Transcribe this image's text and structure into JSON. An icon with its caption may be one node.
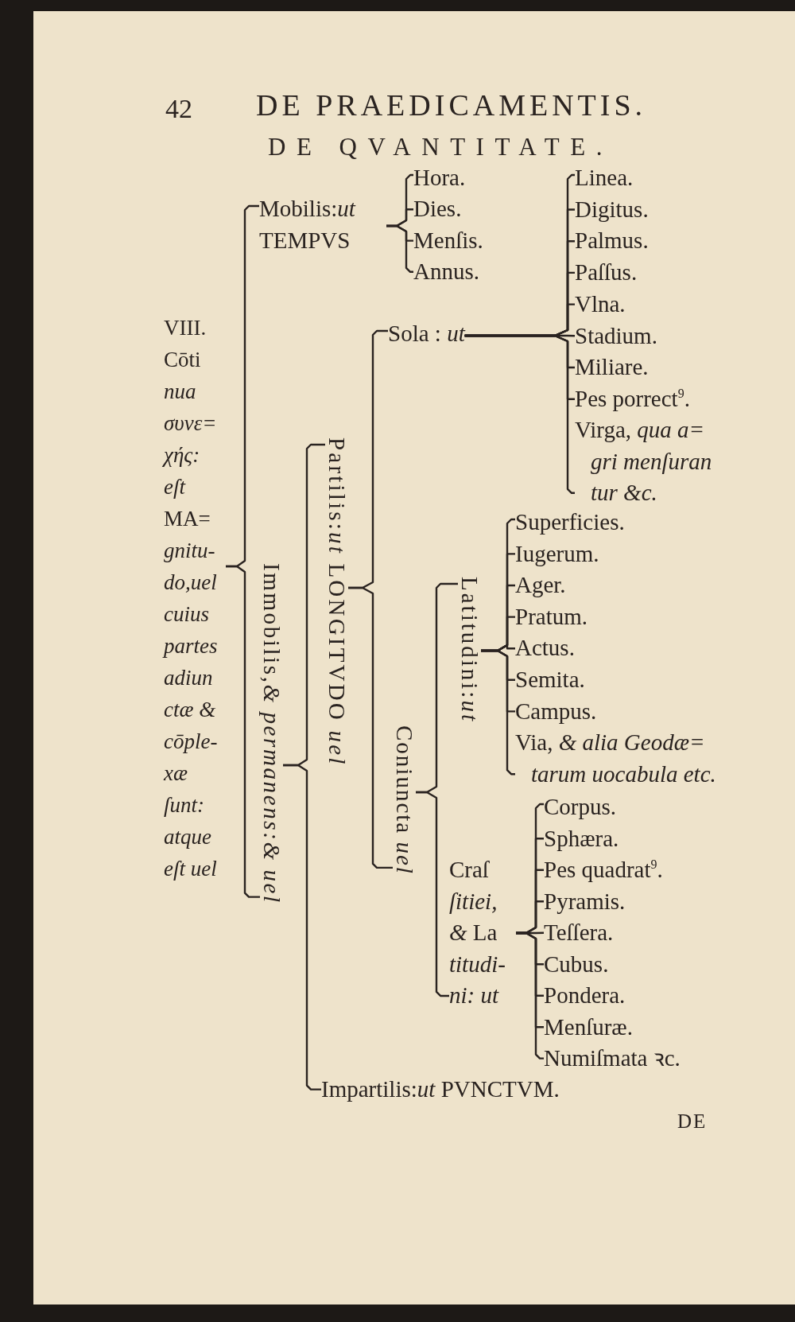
{
  "diagram": {
    "title": "DE PRAEDICAMENTIS.",
    "nodes": [
      {
        "text": [
          "VIII.",
          "Cōti *nua συνε= χής: eſt* MA= *gnitu- do,uel cuius partes adiun ctæ & cōple- xæ ſunt: atque eſt uel*"
        ]
      },
      {
        "text": [
          "Mobilis:*ut* TEMPVS"
        ]
      },
      {
        "text": [
          "Hora."
        ]
      },
      {
        "text": [
          "Dies."
        ]
      },
      {
        "text": [
          "Menſis."
        ]
      },
      {
        "text": [
          "Annus."
        ]
      },
      {
        "text": [
          "Immobilis,*& permanens:& uel*"
        ]
      },
      {
        "text": [
          "Partilis:*ut* LONGITVDO *uel*"
        ]
      },
      {
        "text": [
          "Sola : *ut*"
        ]
      },
      {
        "text": [
          "Linea."
        ]
      },
      {
        "text": [
          "Digitus."
        ]
      },
      {
        "text": [
          "Palmus."
        ]
      },
      {
        "text": [
          "Paſſus."
        ]
      },
      {
        "text": [
          "Vlna."
        ]
      },
      {
        "text": [
          "Stadium."
        ]
      },
      {
        "text": [
          "Miliare."
        ]
      },
      {
        "text": [
          "Pes porrect$^{9}$."
        ]
      },
      {
        "text": [
          "Virga, *qua a= gri menſuran tur &c.*"
        ]
      },
      {
        "text": [
          "Coniuncta *uel*"
        ]
      },
      {
        "text": [
          "Latitudini:*ut*"
        ]
      },
      {
        "text": [
          "Superficies."
        ]
      },
      {
        "text": [
          "Iugerum."
        ]
      },
      {
        "text": [
          "Ager."
        ]
      },
      {
        "text": [
          "Pratum."
        ]
      },
      {
        "text": [
          "Actus."
        ]
      },
      {
        "text": [
          "Semita."
        ]
      },
      {
        "text": [
          "Campus."
        ]
      },
      {
        "text": [
          "Via, *& alia Geodæ= tarum uocabula etc.*"
        ]
      },
      {
        "text": [
          "Craſ *ſitiei, &* La *titudi- ni: ut*"
        ]
      },
      {
        "text": [
          "Corpus."
        ]
      },
      {
        "text": [
          "Sphæra."
        ]
      },
      {
        "text": [
          "Pes quadrat$^{9}$."
        ]
      },
      {
        "text": [
          "Pyramis."
        ]
      },
      {
        "text": [
          "Teſſera."
        ]
      },
      {
        "text": [
          "Cubus."
        ]
      },
      {
        "text": [
          "Pondera."
        ]
      },
      {
        "text": [
          "Menſuræ."
        ]
      },
      {
        "text": [
          "Numiſmata ꝛc."
        ]
      },
      {
        "text": [
          "Impartilis:*ut* PVNCTVM."
        ]
      }
    ],
    "edges": [
      {
        "from": 0,
        "to": 1,
        "arrow": "none"
      },
      {
        "from": 0,
        "to": 6,
        "arrow": "none"
      },
      {
        "from": 1,
        "to": 2,
        "arrow": "none"
      },
      {
        "from": 1,
        "to": 3,
        "arrow": "none"
      },
      {
        "from": 1,
        "to": 4,
        "arrow": "none"
      },
      {
        "from": 1,
        "to": 5,
        "arrow": "none"
      },
      {
        "from": 6,
        "to": 7,
        "arrow": "none"
      },
      {
        "from": 6,
        "to": 38,
        "arrow": "none"
      },
      {
        "from": 7,
        "to": 8,
        "arrow": "none"
      },
      {
        "from": 7,
        "to": 18,
        "arrow": "none"
      },
      {
        "from": 8,
        "to": 9,
        "arrow": "none"
      },
      {
        "from": 8,
        "to": 10,
        "arrow": "none"
      },
      {
        "from": 8,
        "to": 11,
        "arrow": "none"
      },
      {
        "from": 8,
        "to": 12,
        "arrow": "none"
      },
      {
        "from": 8,
        "to": 13,
        "arrow": "none"
      },
      {
        "from": 8,
        "to": 14,
        "arrow": "none"
      },
      {
        "from": 8,
        "to": 15,
        "arrow": "none"
      },
      {
        "from": 8,
        "to": 16,
        "arrow": "none"
      },
      {
        "from": 8,
        "to": 17,
        "arrow": "none"
      },
      {
        "from": 18,
        "to": 19,
        "arrow": "none"
      },
      {
        "from": 18,
        "to": 28,
        "arrow": "none"
      },
      {
        "from": 19,
        "to": 20,
        "arrow": "none"
      },
      {
        "from": 19,
        "to": 21,
        "arrow": "none"
      },
      {
        "from": 19,
        "to": 22,
        "arrow": "none"
      },
      {
        "from": 19,
        "to": 23,
        "arrow": "none"
      },
      {
        "from": 19,
        "to": 24,
        "arrow": "none"
      },
      {
        "from": 19,
        "to": 25,
        "arrow": "none"
      },
      {
        "from": 19,
        "to": 26,
        "arrow": "none"
      },
      {
        "from": 19,
        "to": 27,
        "arrow": "none"
      },
      {
        "from": 28,
        "to": 29,
        "arrow": "none"
      },
      {
        "from": 28,
        "to": 30,
        "arrow": "none"
      },
      {
        "from": 28,
        "to": 31,
        "arrow": "none"
      },
      {
        "from": 28,
        "to": 32,
        "arrow": "none"
      },
      {
        "from": 28,
        "to": 33,
        "arrow": "none"
      },
      {
        "from": 28,
        "to": 34,
        "arrow": "none"
      },
      {
        "from": 28,
        "to": 35,
        "arrow": "none"
      },
      {
        "from": 28,
        "to": 36,
        "arrow": "none"
      },
      {
        "from": 28,
        "to": 37,
        "arrow": "none"
      }
    ],
    "labels": [
      "42",
      "DE QVANTITATE.",
      "DE"
    ]
  }
}
